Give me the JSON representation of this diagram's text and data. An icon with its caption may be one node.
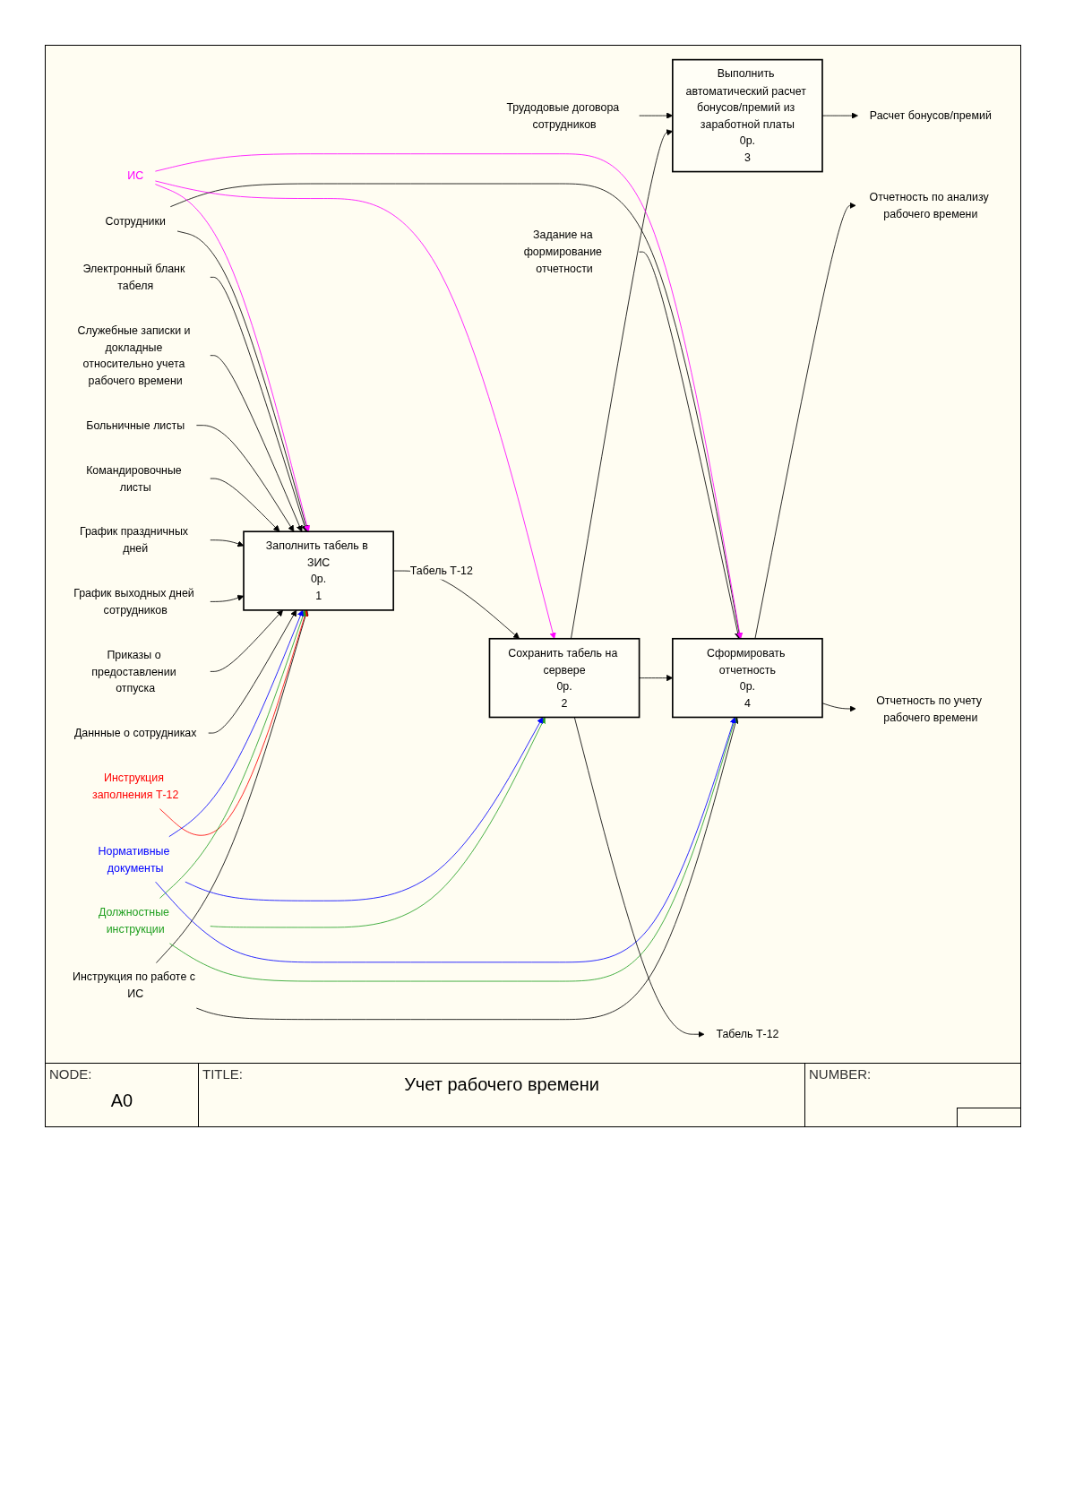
{
  "diagram": {
    "title": "Учет рабочего времени",
    "nodes": [
      {
        "text": [
          "Инструкция по работе с ИС"
        ]
      },
      {
        "text": [
          "Инструкция заполнения Т-12"
        ]
      },
      {
        "text": [
          "Должностные инструкции"
        ]
      },
      {
        "text": [
          "Нормативные документы"
        ]
      },
      {
        "text": [
          "Даннные о сотрудниках"
        ]
      },
      {
        "text": [
          "Приказы о предоставлении отпуска"
        ]
      },
      {
        "text": [
          "График выходных дней сотрудников"
        ]
      },
      {
        "text": [
          "График праздничных дней"
        ]
      },
      {
        "text": [
          "Командировочные листы"
        ]
      },
      {
        "text": [
          "Больничные листы"
        ]
      },
      {
        "text": [
          "Служебные записки и докладные относительно учета рабочего времени"
        ]
      },
      {
        "text": [
          "Электронный бланк табеля"
        ]
      },
      {
        "text": [
          "Заполнить табель в ЗИС",
          "0р.",
          "1"
        ]
      },
      {
        "text": [
          "Сохранить табель на сервере",
          "0р.",
          "2"
        ]
      },
      {
        "text": [
          "Табель Т-12"
        ]
      },
      {
        "text": [
          "Расчет бонусов/премий"
        ]
      },
      {
        "text": [
          "Выполнить автоматический расчет бонусов/премий из заработной платы",
          "0р.",
          "3"
        ]
      },
      {
        "text": [
          "Трудодовые договора сотрудников"
        ]
      },
      {
        "text": [
          "Сформировать отчетность",
          "0р.",
          "4"
        ]
      },
      {
        "text": [
          "Отчетность по анализу рабочего времени"
        ]
      },
      {
        "text": [
          "Задание на формирование отчетности"
        ]
      },
      {
        "text": [
          "Отчетность по учету рабочего времени"
        ]
      },
      {
        "text": [
          "ИС"
        ]
      },
      {
        "text": [
          "Сотрудники"
        ]
      }
    ],
    "edges": [
      {
        "from": 0,
        "to": 12,
        "arrow": "to"
      },
      {
        "from": 0,
        "to": 18,
        "arrow": "to"
      },
      {
        "from": 1,
        "to": 12,
        "arrow": "to",
        "color": "#ff0000"
      },
      {
        "from": 2,
        "to": 12,
        "arrow": "to",
        "color": "#22a022"
      },
      {
        "from": 2,
        "to": 13,
        "arrow": "to",
        "color": "#22a022"
      },
      {
        "from": 2,
        "to": 18,
        "arrow": "to",
        "color": "#22a022"
      },
      {
        "from": 3,
        "to": 12,
        "arrow": "to",
        "color": "#0000ff"
      },
      {
        "from": 3,
        "to": 13,
        "arrow": "to",
        "color": "#0000ff"
      },
      {
        "from": 3,
        "to": 18,
        "arrow": "to",
        "color": "#0000ff"
      },
      {
        "from": 4,
        "to": 12,
        "arrow": "to"
      },
      {
        "from": 5,
        "to": 12,
        "arrow": "to"
      },
      {
        "from": 6,
        "to": 12,
        "arrow": "to"
      },
      {
        "from": 7,
        "to": 12,
        "arrow": "to"
      },
      {
        "from": 8,
        "to": 12,
        "arrow": "to"
      },
      {
        "from": 9,
        "to": 12,
        "arrow": "to"
      },
      {
        "from": 10,
        "to": 12,
        "arrow": "to"
      },
      {
        "from": 11,
        "to": 12,
        "arrow": "to"
      },
      {
        "from": 12,
        "to": 13,
        "arrow": "to",
        "label": "Табель Т-12"
      },
      {
        "from": 13,
        "to": 14,
        "arrow": "to"
      },
      {
        "from": 13,
        "to": 16,
        "arrow": "to"
      },
      {
        "from": 13,
        "to": 18,
        "arrow": "to"
      },
      {
        "from": 16,
        "to": 15,
        "arrow": "to"
      },
      {
        "from": 17,
        "to": 16,
        "arrow": "to"
      },
      {
        "from": 20,
        "to": 18,
        "arrow": "to"
      },
      {
        "from": 18,
        "to": 19,
        "arrow": "to"
      },
      {
        "from": 18,
        "to": 21,
        "arrow": "to"
      },
      {
        "from": 23,
        "to": 12,
        "arrow": "to"
      },
      {
        "from": 23,
        "to": 18,
        "arrow": "to"
      },
      {
        "from": 22,
        "to": 12,
        "arrow": "to",
        "color": "#ff00ff"
      },
      {
        "from": 22,
        "to": 13,
        "arrow": "to",
        "color": "#ff00ff"
      },
      {
        "from": 22,
        "to": 18,
        "arrow": "to",
        "color": "#ff00ff"
      }
    ],
    "labels": [
      "NODE:",
      "A0",
      "TITLE:",
      "NUMBER:"
    ]
  }
}
